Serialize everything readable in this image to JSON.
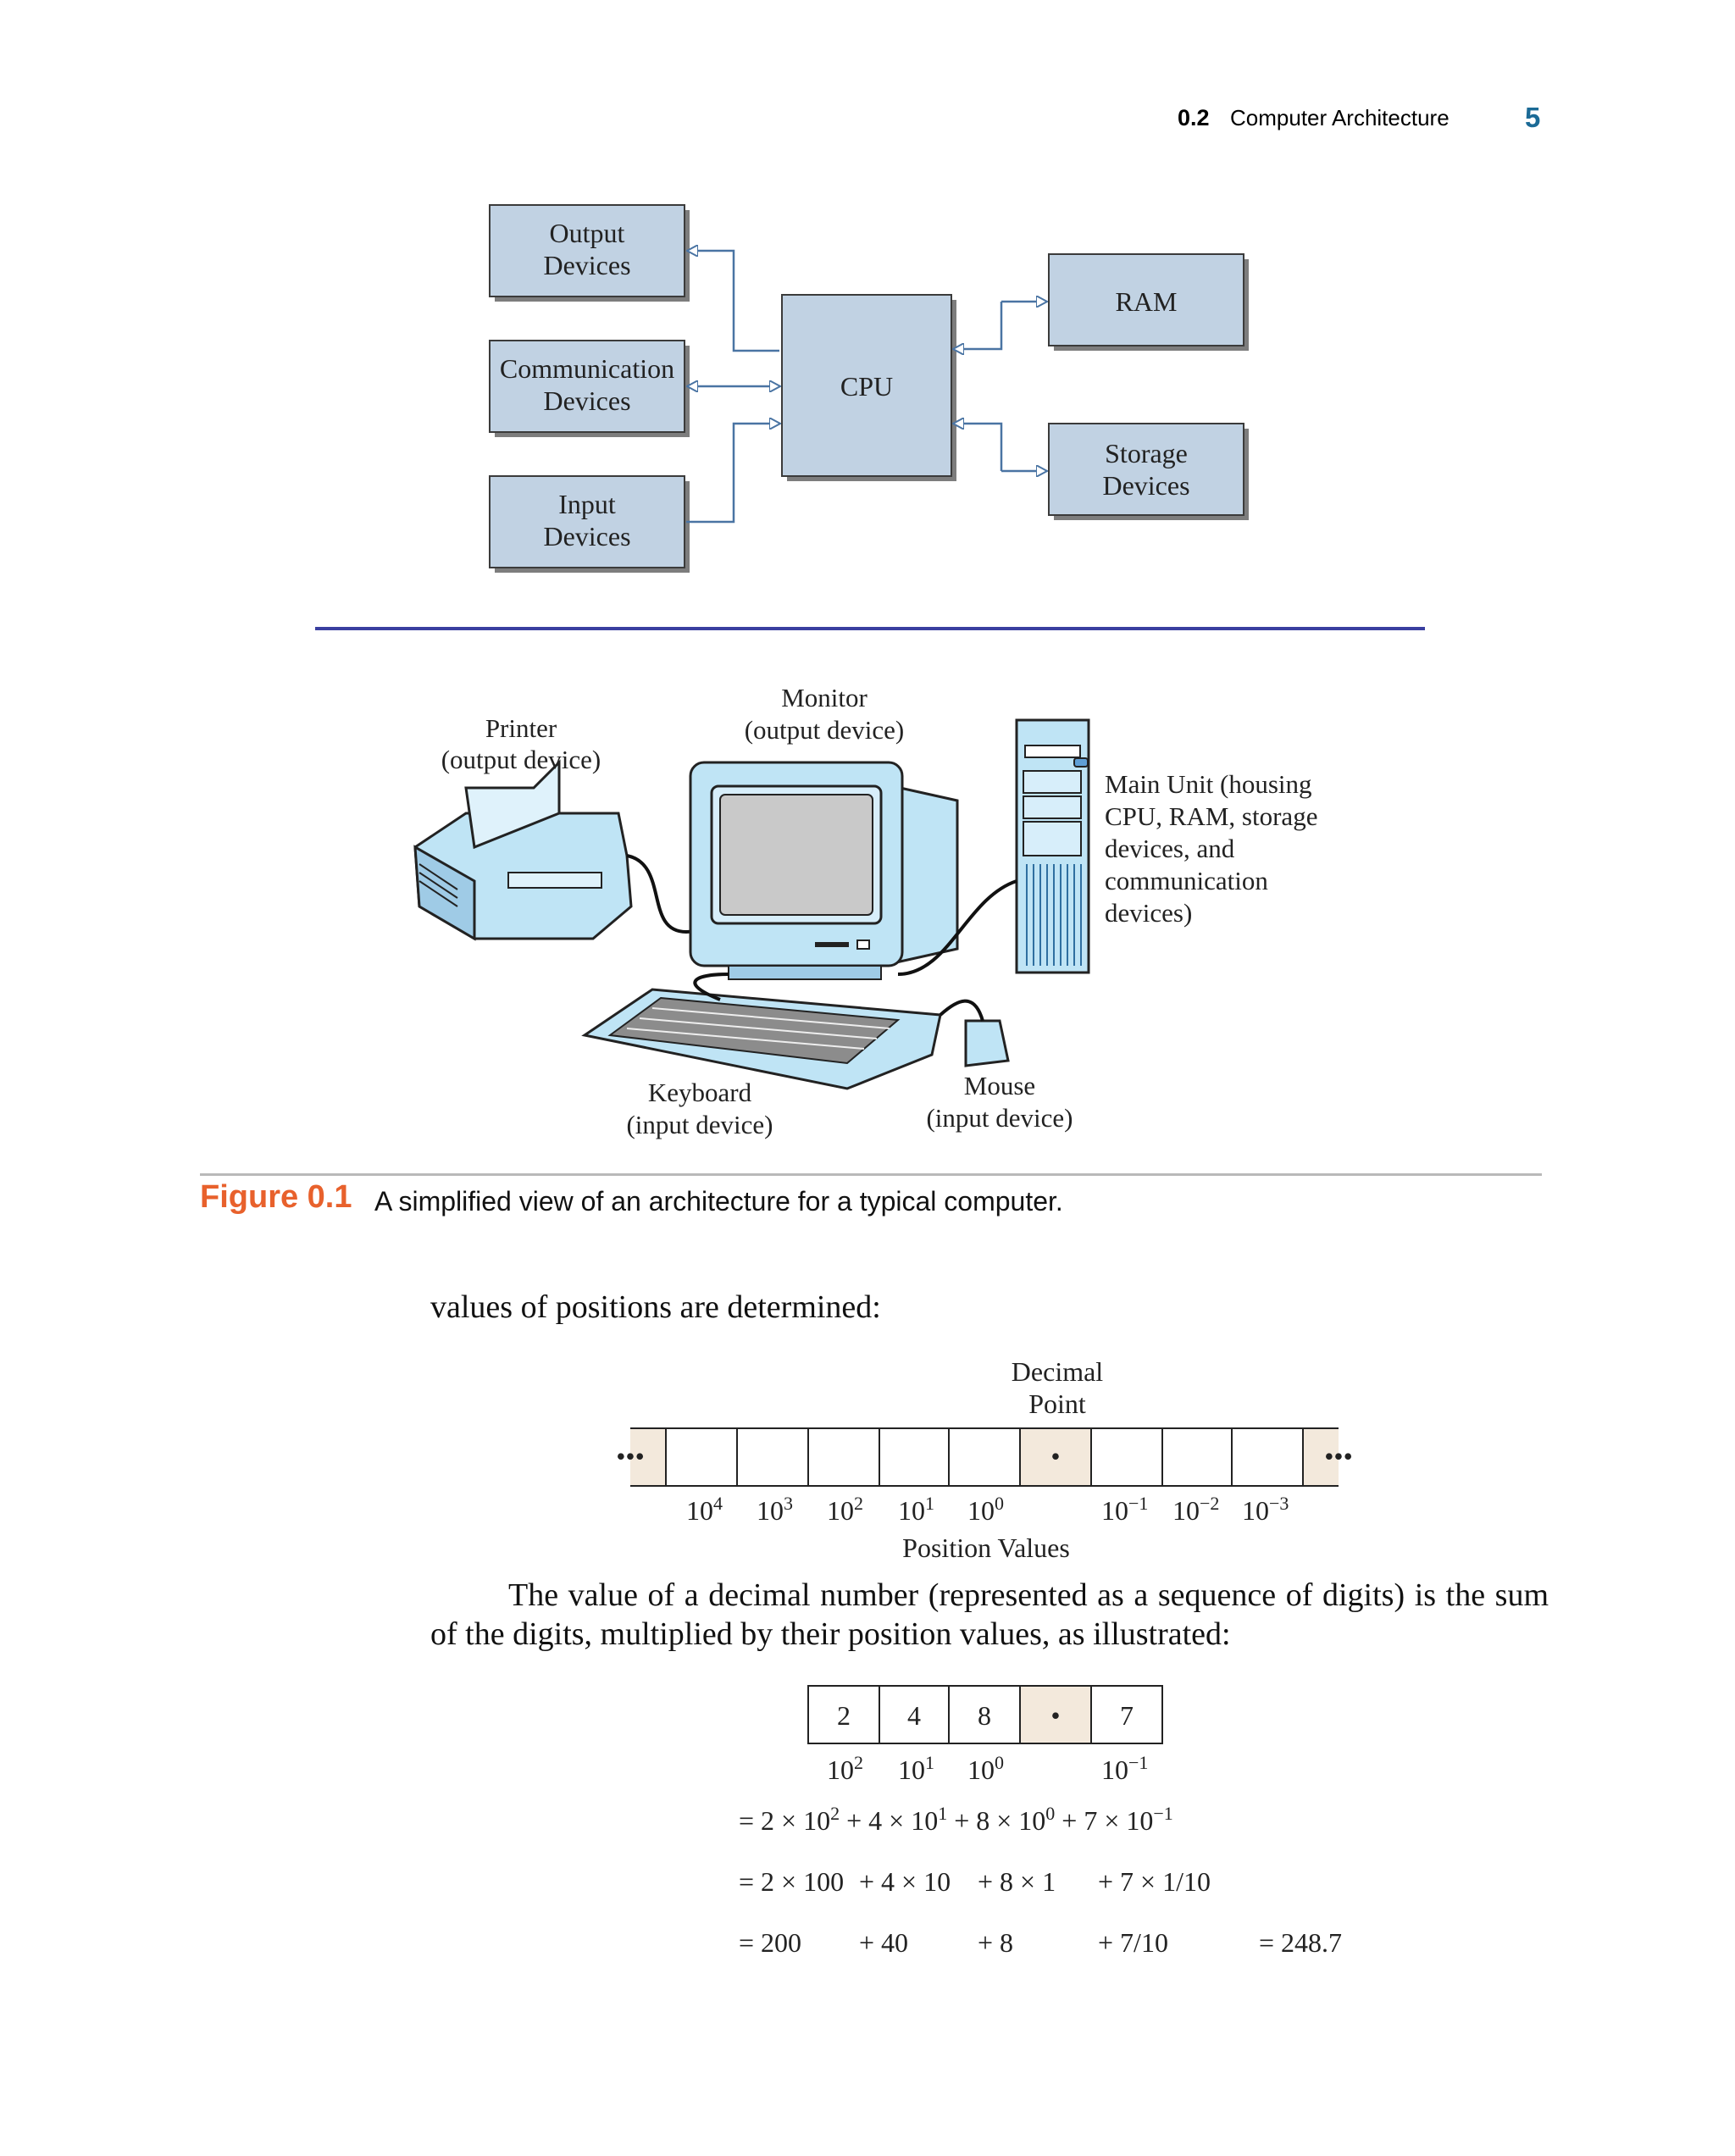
{
  "header": {
    "section_number": "0.2",
    "section_title": "Computer Architecture",
    "page_number": "5"
  },
  "block_diagram": {
    "output_devices": [
      "Output",
      "Devices"
    ],
    "communication_devices": [
      "Communication",
      "Devices"
    ],
    "input_devices": [
      "Input",
      "Devices"
    ],
    "cpu": "CPU",
    "ram": "RAM",
    "storage_devices": [
      "Storage",
      "Devices"
    ]
  },
  "illustration": {
    "printer": [
      "Printer",
      "(output device)"
    ],
    "monitor": [
      "Monitor",
      "(output device)"
    ],
    "main_unit": [
      "Main Unit (housing",
      "CPU, RAM, storage",
      "devices, and",
      "communication",
      "devices)"
    ],
    "keyboard": [
      "Keyboard",
      "(input device)"
    ],
    "mouse": [
      "Mouse",
      "(input device)"
    ]
  },
  "figure": {
    "number": "Figure 0.1",
    "caption": "A simplified view of an architecture for a typical computer."
  },
  "text": {
    "para_1": "values of positions are determined:",
    "para_2": "The value of a decimal number (represented as a sequence of digits) is the sum of the digits, multiplied by their position values, as illustrated:"
  },
  "position_diagram": {
    "decimal_point_label": [
      "Decimal",
      "Point"
    ],
    "ellipsis": "•••",
    "dot": "•",
    "powers": [
      "4",
      "3",
      "2",
      "1",
      "0",
      "−1",
      "−2",
      "−3"
    ],
    "base": "10",
    "position_values_label": "Position Values"
  },
  "example": {
    "digits": [
      "2",
      "4",
      "8",
      "•",
      "7"
    ],
    "powers": [
      "2",
      "1",
      "0",
      "−1"
    ],
    "line_1": [
      "= 2 × 10",
      "2",
      " + 4 × 10",
      "1",
      " + 8 × 10",
      "0",
      " + 7 × 10",
      "−1"
    ],
    "line_2": [
      "= 2 × 100",
      "+ 4 × 10",
      "+ 8 × 1",
      "+ 7 × 1/10"
    ],
    "line_3": [
      "= 200",
      "+ 40",
      "+ 8",
      "+ 7/10",
      "= 248.7"
    ]
  }
}
